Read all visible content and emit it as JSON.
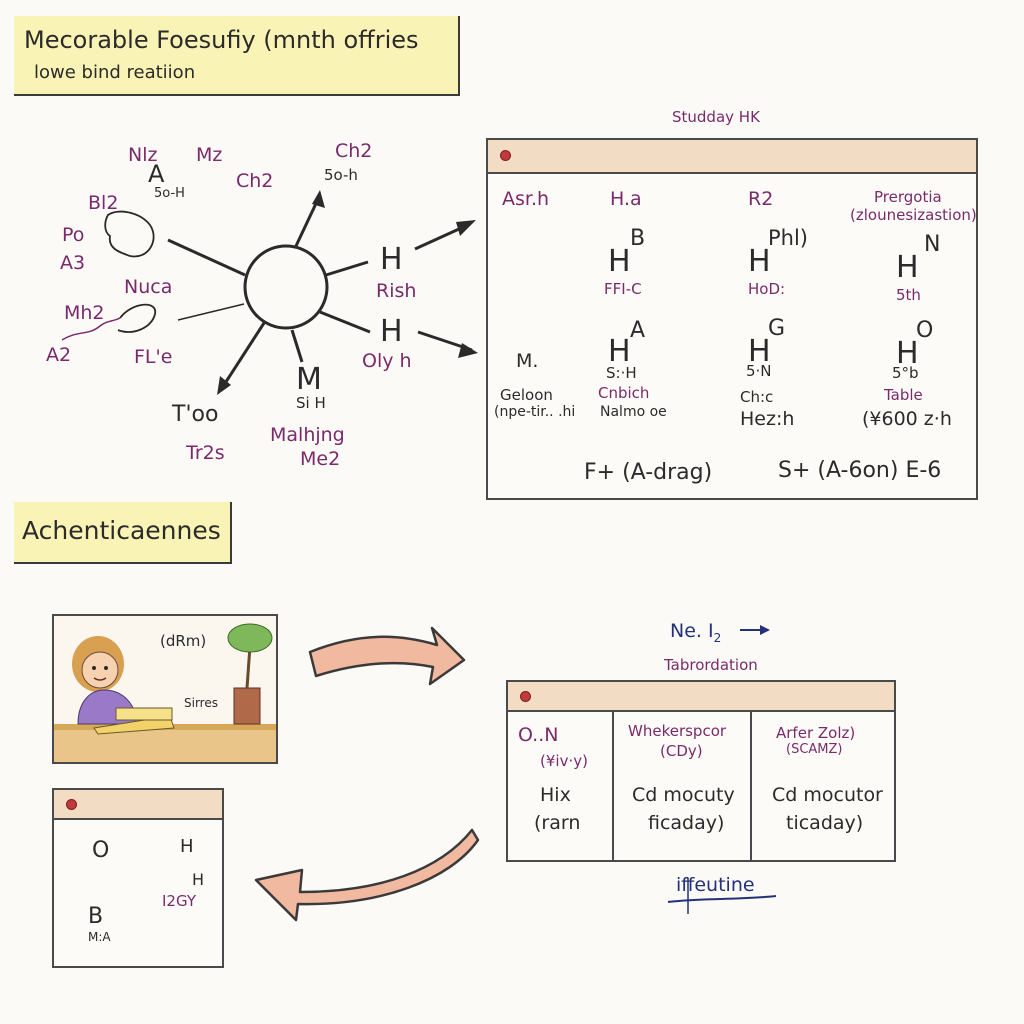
{
  "header": {
    "title": "Mecorable Foesufiy (mnth offries",
    "subtitle": "lowe bind reatiion"
  },
  "section2": {
    "title": "Achenticaennes"
  },
  "molecule": {
    "labels": [
      "Nlz",
      "Mz",
      "Ch2",
      "Ch2",
      "5o-h",
      "A",
      "5o-H",
      "Bl2",
      "Po",
      "A3",
      "Nuca",
      "Mh2",
      "A2",
      "FL'e",
      "H",
      "Rish",
      "H",
      "Oly h",
      "M",
      "Si H",
      "T'oo",
      "Tr2s",
      "Malhjng",
      "Me2"
    ]
  },
  "study_panel": {
    "caption": "Studday HK",
    "col_headers": [
      "Asr.h",
      "H.a",
      "R2",
      "Prergotia",
      "(zlounesizastion)"
    ],
    "row1": {
      "h1": "H",
      "h1_sup": "B",
      "h1_sub": "FFI-C",
      "h2": "H",
      "h2_sup": "Phl)",
      "h2_sub": "HoD:",
      "h3": "H",
      "h3_sup": "N",
      "h3_sub": "5th"
    },
    "row2": {
      "left": "M.",
      "h1": "H",
      "h1_sup": "A",
      "h1_sub": "S:·H",
      "h2": "H",
      "h2_sup": "G",
      "h2_sub": "5·N",
      "h3": "H",
      "h3_sup": "O",
      "h3_sub": "5°b"
    },
    "row3": {
      "c1a": "Geloon",
      "c1b": "(npe-tir.. .hi",
      "c2a": "Cnbich",
      "c2b": "Nalmo oe",
      "c3a": "Ch:c",
      "c3b": "Hez:h",
      "c4a": "Table",
      "c4b": "(¥600 z·h"
    },
    "footer_left": "F+ (A-drag)",
    "footer_right": "S+ (A-6on) E-6"
  },
  "illustration": {
    "bubble": "(dRm)",
    "label": "Sirres"
  },
  "reaction_panel": {
    "o_label": "O",
    "b_label": "B",
    "h_label": "H",
    "h2_label": "H",
    "code": "I2GY",
    "bottom": "M:A"
  },
  "trans_panel": {
    "top_label": "Ne. I",
    "top_sub": "2",
    "caption": "Tabrordation",
    "cols": [
      {
        "head1": "O..N",
        "head2": "(¥iv·y)",
        "v1": "Hix",
        "v2": "(rarn"
      },
      {
        "head1": "Whekerspcor",
        "head2": "(CDy)",
        "v1": "Cd mocuty",
        "v2": "ficaday)"
      },
      {
        "head1": "Arfer Zolz)",
        "head2": "(SCAMZ)",
        "v1": "Cd mocutor",
        "v2": "ticaday)"
      }
    ],
    "footer": "iffeutine"
  }
}
